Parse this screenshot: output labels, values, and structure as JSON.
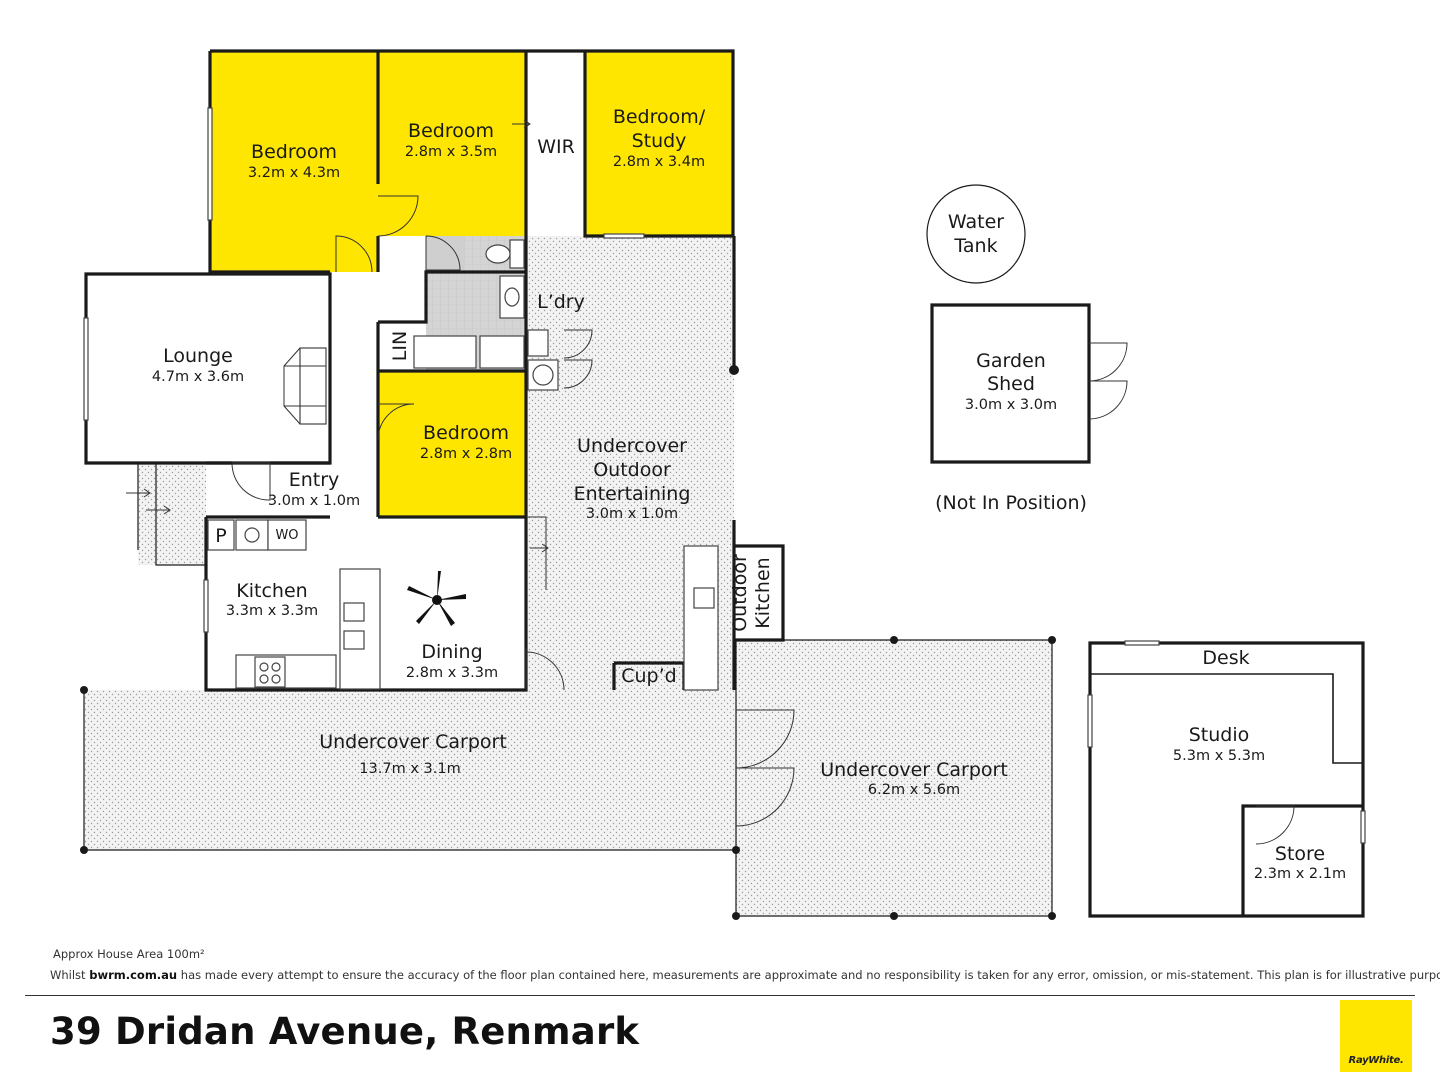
{
  "colors": {
    "bedroom": "#ffe600",
    "wall": "#1a1a1a",
    "outdoor": "#dcdcdc",
    "brand": "#ffe600"
  },
  "rooms": {
    "bed1": {
      "label": "Bedroom",
      "dims": "3.2m x 4.3m"
    },
    "bed2": {
      "label": "Bedroom",
      "dims": "2.8m x 3.5m"
    },
    "wir": {
      "label": "WIR"
    },
    "bed_study": {
      "label1": "Bedroom/",
      "label2": "Study",
      "dims": "2.8m x 3.4m"
    },
    "lounge": {
      "label": "Lounge",
      "dims": "4.7m x 3.6m"
    },
    "lin": {
      "label": "LIN"
    },
    "laundry": {
      "label": "L’dry"
    },
    "bed3": {
      "label": "Bedroom",
      "dims": "2.8m x 2.8m"
    },
    "entry": {
      "label": "Entry",
      "dims": "3.0m x 1.0m"
    },
    "outdoor_ent": {
      "label1": "Undercover",
      "label2": "Outdoor",
      "label3": "Entertaining",
      "dims": "3.0m x 1.0m"
    },
    "pantry": {
      "label": "P"
    },
    "wall_oven": {
      "label": "WO"
    },
    "kitchen": {
      "label": "Kitchen",
      "dims": "3.3m x 3.3m"
    },
    "dining": {
      "label": "Dining",
      "dims": "2.8m x 3.3m"
    },
    "cupd": {
      "label": "Cup’d"
    },
    "outdoor_kitchen": {
      "label1": "Outdoor",
      "label2": "Kitchen"
    },
    "carport1": {
      "label": "Undercover Carport",
      "dims": "13.7m x 3.1m"
    },
    "carport2": {
      "label": "Undercover Carport",
      "dims": "6.2m x 5.6m"
    },
    "water_tank": {
      "label1": "Water",
      "label2": "Tank"
    },
    "garden_shed": {
      "label1": "Garden",
      "label2": "Shed",
      "dims": "3.0m x 3.0m"
    },
    "not_in_position": "(Not In Position)",
    "desk": {
      "label": "Desk"
    },
    "studio": {
      "label": "Studio",
      "dims": "5.3m x 5.3m"
    },
    "store": {
      "label": "Store",
      "dims": "2.3m x 2.1m"
    }
  },
  "footer": {
    "area": "Approx House Area 100m²",
    "disclaimer_pre": "Whilst ",
    "disclaimer_site": "bwrm.com.au",
    "disclaimer_post": " has made every attempt to ensure the accuracy of the floor plan contained here, measurements are approximate and no responsibility is taken for any error, omission, or mis-statement. This plan is for illustrative purposes only.",
    "address": "39 Dridan Avenue, Renmark",
    "brand": "RayWhite."
  }
}
